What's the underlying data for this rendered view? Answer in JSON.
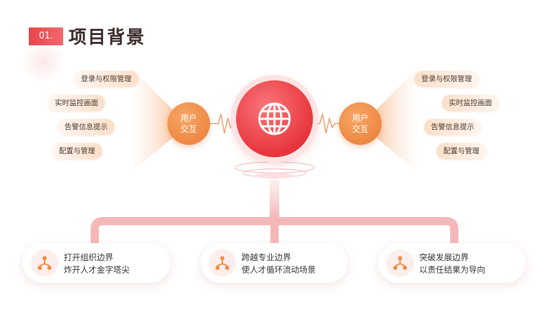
{
  "header": {
    "number": "01.",
    "title": "项目背景"
  },
  "left": {
    "items": [
      "登录与权限管理",
      "实时监控画面",
      "告警信息提示",
      "配置与管理"
    ],
    "circle_label": [
      "用户",
      "交互"
    ]
  },
  "right": {
    "items": [
      "登录与权限管理",
      "实时监控画面",
      "告警信息提示",
      "配置与管理"
    ],
    "circle_label": [
      "用户",
      "交互"
    ]
  },
  "center": {
    "icon": "globe-icon"
  },
  "cards": [
    {
      "line1": "打开组织边界",
      "line2": "炸开人才金字塔尖",
      "icon": "hierarchy-icon"
    },
    {
      "line1": "跨越专业边界",
      "line2": "使人才循环流动场景",
      "icon": "hierarchy-icon"
    },
    {
      "line1": "突破发展边界",
      "line2": "以责任结果为导向",
      "icon": "hierarchy-icon"
    }
  ],
  "colors": {
    "red": "#e8353c",
    "orange": "#ea7a33",
    "light": "#fbdfc9"
  }
}
